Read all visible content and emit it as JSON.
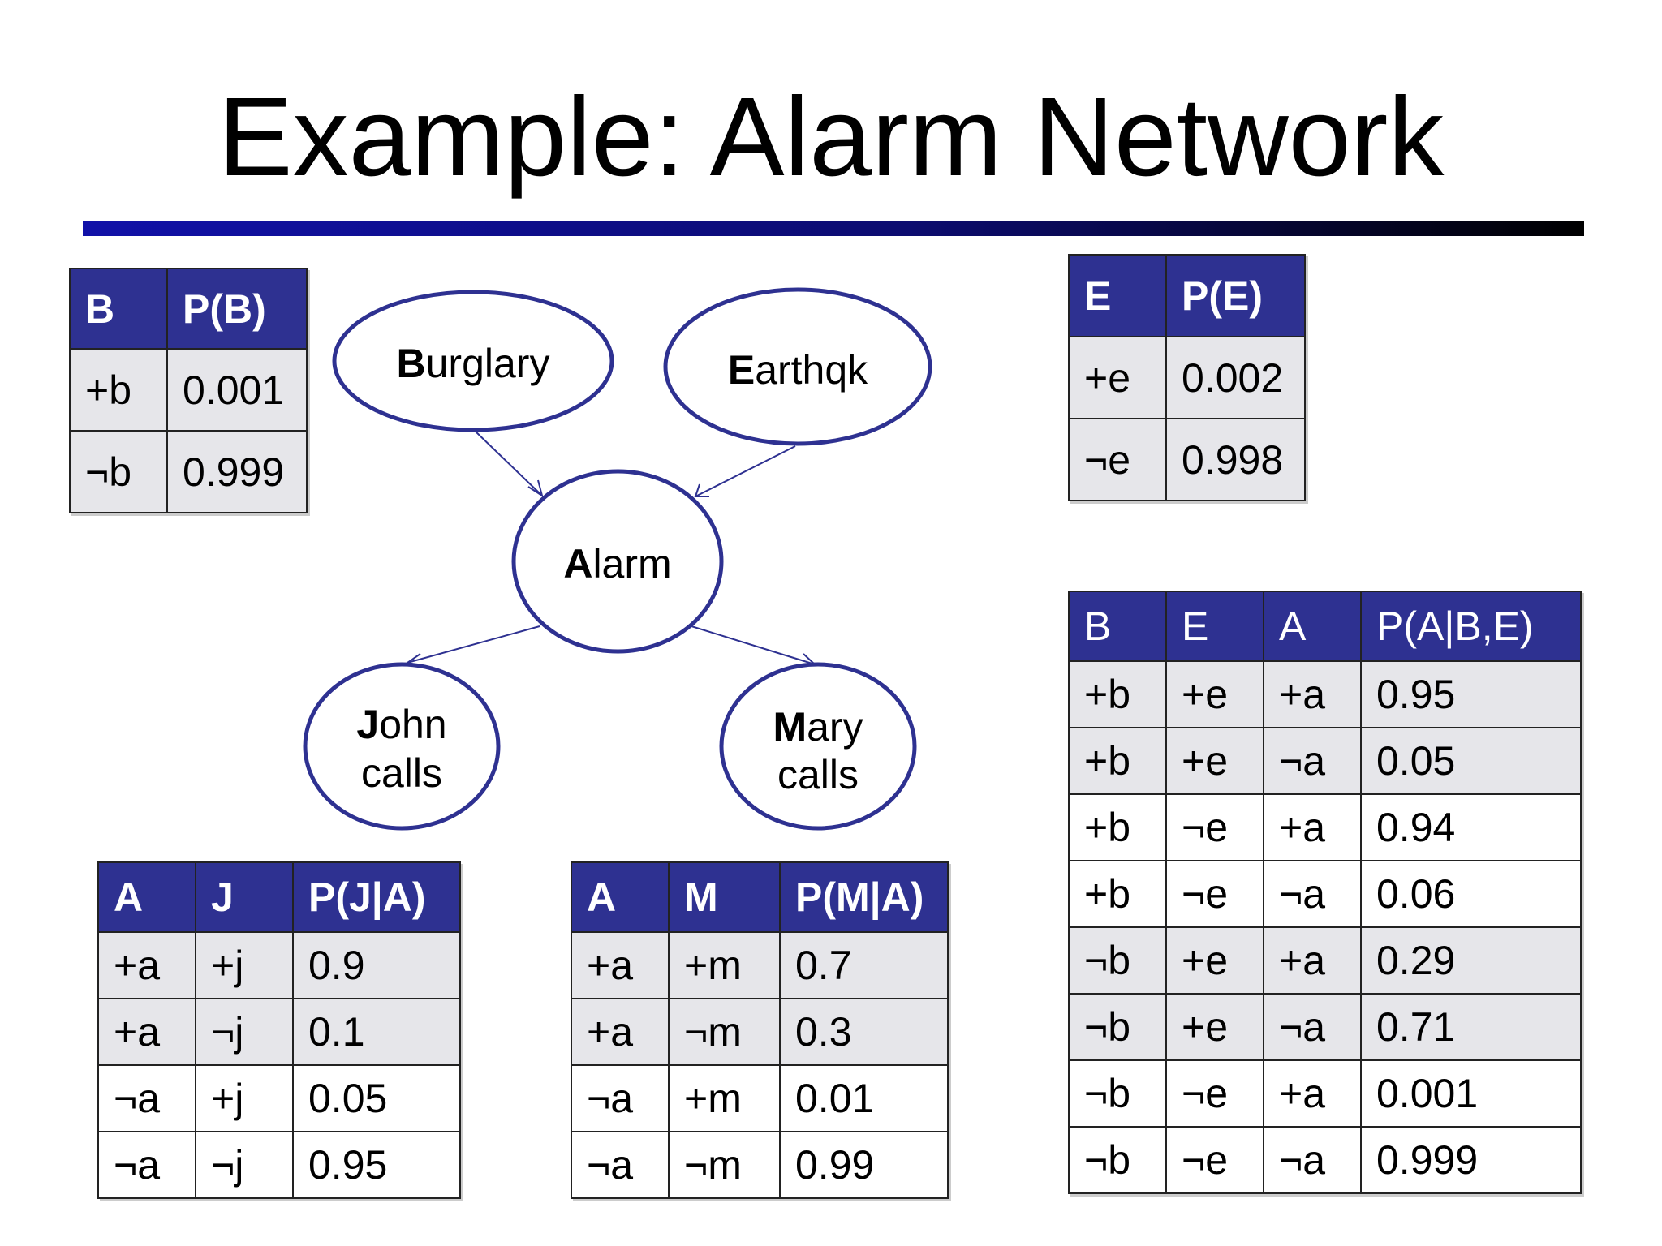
{
  "title": "Example: Alarm Network",
  "nodes": {
    "burglary": {
      "initial": "B",
      "rest": "urglary"
    },
    "earthquake": {
      "initial": "E",
      "rest": "arthqk"
    },
    "alarm": {
      "initial": "A",
      "rest": "larm"
    },
    "john": {
      "initial": "J",
      "rest": "ohn",
      "line2": "calls"
    },
    "mary": {
      "initial": "M",
      "rest": "ary",
      "line2": "calls"
    }
  },
  "edges": [
    {
      "from": "Burglary",
      "to": "Alarm"
    },
    {
      "from": "Earthqk",
      "to": "Alarm"
    },
    {
      "from": "Alarm",
      "to": "John calls"
    },
    {
      "from": "Alarm",
      "to": "Mary calls"
    }
  ],
  "tables": {
    "pb": {
      "headers": [
        "B",
        "P(B)"
      ],
      "rows": [
        [
          "+b",
          "0.001"
        ],
        [
          "¬b",
          "0.999"
        ]
      ]
    },
    "pe": {
      "headers": [
        "E",
        "P(E)"
      ],
      "rows": [
        [
          "+e",
          "0.002"
        ],
        [
          "¬e",
          "0.998"
        ]
      ]
    },
    "pa": {
      "headers": [
        "B",
        "E",
        "A",
        "P(A|B,E)"
      ],
      "rows": [
        [
          "+b",
          "+e",
          "+a",
          "0.95"
        ],
        [
          "+b",
          "+e",
          "¬a",
          "0.05"
        ],
        [
          "+b",
          "¬e",
          "+a",
          "0.94"
        ],
        [
          "+b",
          "¬e",
          "¬a",
          "0.06"
        ],
        [
          "¬b",
          "+e",
          "+a",
          "0.29"
        ],
        [
          "¬b",
          "+e",
          "¬a",
          "0.71"
        ],
        [
          "¬b",
          "¬e",
          "+a",
          "0.001"
        ],
        [
          "¬b",
          "¬e",
          "¬a",
          "0.999"
        ]
      ]
    },
    "pj": {
      "headers": [
        "A",
        "J",
        "P(J|A)"
      ],
      "rows": [
        [
          "+a",
          "+j",
          "0.9"
        ],
        [
          "+a",
          "¬j",
          "0.1"
        ],
        [
          "¬a",
          "+j",
          "0.05"
        ],
        [
          "¬a",
          "¬j",
          "0.95"
        ]
      ]
    },
    "pm": {
      "headers": [
        "A",
        "M",
        "P(M|A)"
      ],
      "rows": [
        [
          "+a",
          "+m",
          "0.7"
        ],
        [
          "+a",
          "¬m",
          "0.3"
        ],
        [
          "¬a",
          "+m",
          "0.01"
        ],
        [
          "¬a",
          "¬m",
          "0.99"
        ]
      ]
    }
  },
  "colors": {
    "header_bg": "#2e3191",
    "node_stroke": "#2e3191",
    "shade_row": "#e6e6ea",
    "title_rule": "#1111a8"
  }
}
